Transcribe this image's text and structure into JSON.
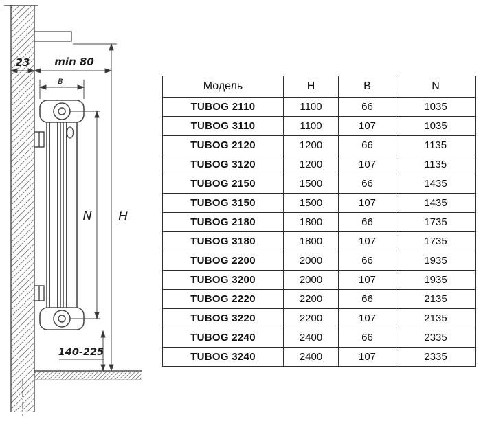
{
  "drawing": {
    "wall_offset": "23",
    "min_clearance": "min 80",
    "width_label": "в",
    "axis_distance_label": "N",
    "height_label": "H",
    "floor_distance": "140-225"
  },
  "table": {
    "headers": [
      "Модель",
      "H",
      "B",
      "N"
    ],
    "rows": [
      {
        "model": "TUBOG 2110",
        "h": "1100",
        "b": "66",
        "n": "1035"
      },
      {
        "model": "TUBOG 3110",
        "h": "1100",
        "b": "107",
        "n": "1035"
      },
      {
        "model": "TUBOG 2120",
        "h": "1200",
        "b": "66",
        "n": "1135"
      },
      {
        "model": "TUBOG 3120",
        "h": "1200",
        "b": "107",
        "n": "1135"
      },
      {
        "model": "TUBOG 2150",
        "h": "1500",
        "b": "66",
        "n": "1435"
      },
      {
        "model": "TUBOG 3150",
        "h": "1500",
        "b": "107",
        "n": "1435"
      },
      {
        "model": "TUBOG 2180",
        "h": "1800",
        "b": "66",
        "n": "1735"
      },
      {
        "model": "TUBOG 3180",
        "h": "1800",
        "b": "107",
        "n": "1735"
      },
      {
        "model": "TUBOG 2200",
        "h": "2000",
        "b": "66",
        "n": "1935"
      },
      {
        "model": "TUBOG 3200",
        "h": "2000",
        "b": "107",
        "n": "1935"
      },
      {
        "model": "TUBOG 2220",
        "h": "2200",
        "b": "66",
        "n": "2135"
      },
      {
        "model": "TUBOG 3220",
        "h": "2200",
        "b": "107",
        "n": "2135"
      },
      {
        "model": "TUBOG 2240",
        "h": "2400",
        "b": "66",
        "n": "2335"
      },
      {
        "model": "TUBOG 3240",
        "h": "2400",
        "b": "107",
        "n": "2335"
      }
    ]
  }
}
